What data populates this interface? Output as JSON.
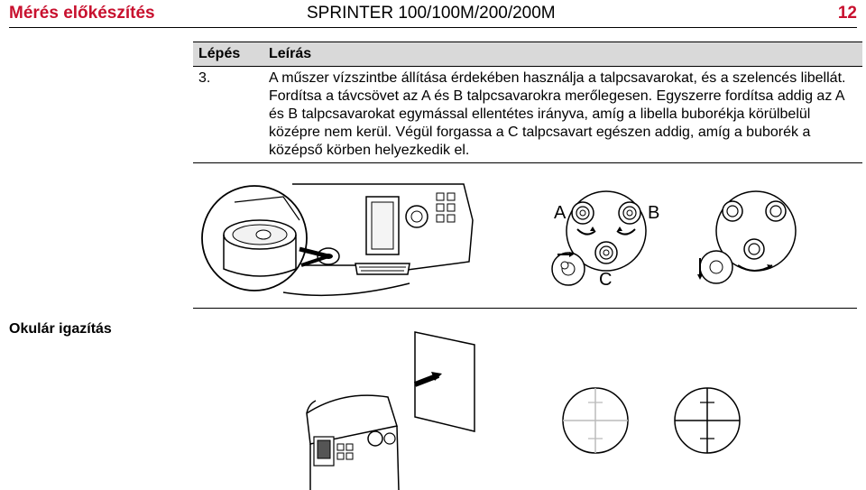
{
  "header": {
    "section_title": "Mérés előkészítés",
    "product_title": "SPRINTER 100/100M/200/200M",
    "page_number": "12",
    "accent_color": "#c8102e"
  },
  "table": {
    "col_step": "Lépés",
    "col_desc": "Leírás",
    "rows": [
      {
        "step": "3.",
        "desc": "A műszer vízszintbe állítása érdekében használja a talpcsavarokat, és a szelencés libellát. Fordítsa a távcsövet az A és B talpcsavarokra merőlegesen. Egyszerre fordítsa addig az A és B talpcsavarokat egymással ellentétes irányva, amíg a libella buborékja körülbelül középre nem kerül. Végül forgassa a C talpcsavart egészen addig, amíg a buborék a középső körben helyezkedik el."
      }
    ]
  },
  "figure_labels": {
    "screw_a": "A",
    "screw_b": "B",
    "screw_c": "C"
  },
  "section_label": "Okulár igazítás"
}
